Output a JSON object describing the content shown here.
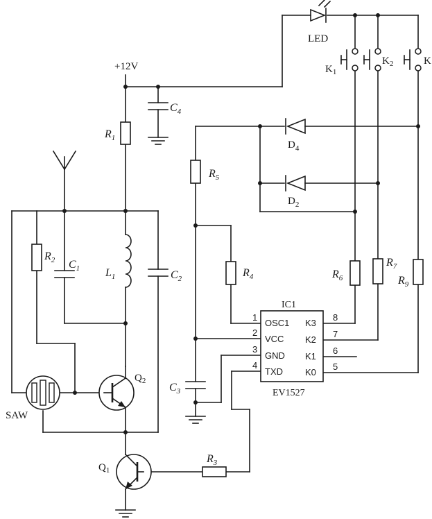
{
  "supply": "+12V",
  "led": "LED",
  "ic": {
    "ref": "IC1",
    "part": "EV1527",
    "left_pins": [
      {
        "num": "1",
        "name": "OSC1"
      },
      {
        "num": "2",
        "name": "VCC"
      },
      {
        "num": "3",
        "name": "GND"
      },
      {
        "num": "4",
        "name": "TXD"
      }
    ],
    "right_pins": [
      {
        "num": "8",
        "name": "K3"
      },
      {
        "num": "7",
        "name": "K2"
      },
      {
        "num": "6",
        "name": "K1"
      },
      {
        "num": "5",
        "name": "K0"
      }
    ]
  },
  "components": {
    "r1": {
      "letter": "R",
      "sub": "1"
    },
    "r2": {
      "letter": "R",
      "sub": "2"
    },
    "r3": {
      "letter": "R",
      "sub": "3"
    },
    "r4": {
      "letter": "R",
      "sub": "4"
    },
    "r5": {
      "letter": "R",
      "sub": "5"
    },
    "r6": {
      "letter": "R",
      "sub": "6"
    },
    "r7": {
      "letter": "R",
      "sub": "7"
    },
    "r9": {
      "letter": "R",
      "sub": "9"
    },
    "c1": {
      "letter": "C",
      "sub": "1"
    },
    "c2": {
      "letter": "C",
      "sub": "2"
    },
    "c3": {
      "letter": "C",
      "sub": "3"
    },
    "c4": {
      "letter": "C",
      "sub": "4"
    },
    "l1": {
      "letter": "L",
      "sub": "1"
    },
    "d2": {
      "letter": "D",
      "sub": "2"
    },
    "d4": {
      "letter": "D",
      "sub": "4"
    },
    "q1": {
      "letter": "Q",
      "sub": "1"
    },
    "q2": {
      "letter": "Q",
      "sub": "2"
    },
    "k1": {
      "letter": "K",
      "sub": "1"
    },
    "k2": {
      "letter": "K",
      "sub": "2"
    },
    "k3": {
      "letter": "K",
      "sub": ""
    },
    "saw": {
      "letter": "SAW",
      "sub": ""
    }
  }
}
